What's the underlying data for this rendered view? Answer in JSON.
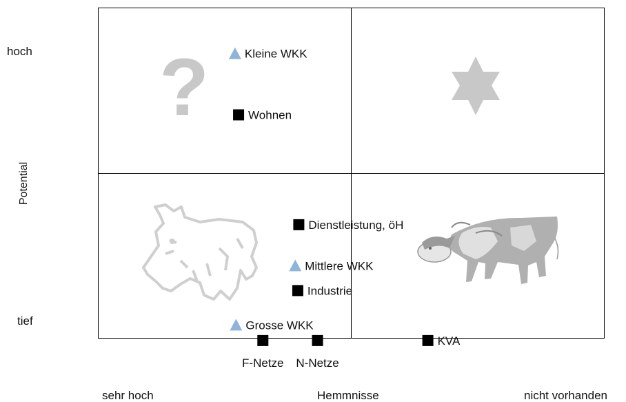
{
  "chart_data": {
    "type": "scatter",
    "xlabel": "Hemmnisse",
    "ylabel": "Potential",
    "x_tick_labels": [
      "sehr hoch",
      "nicht vorhanden"
    ],
    "y_tick_labels": [
      "hoch",
      "tief"
    ],
    "xlim": [
      0,
      10
    ],
    "ylim": [
      0,
      10
    ],
    "quadrant_split": {
      "x": 5,
      "y": 5
    },
    "quadrant_icons": [
      "question-mark",
      "star",
      "dog",
      "cow"
    ],
    "points": [
      {
        "label": "Kleine WKK",
        "marker": "triangle",
        "x": 2.71,
        "y": 8.61
      },
      {
        "label": "Wohnen",
        "marker": "square",
        "x": 2.78,
        "y": 6.76
      },
      {
        "label": "Dienstleistung, öH",
        "marker": "square",
        "x": 3.97,
        "y": 3.44
      },
      {
        "label": "Mittlere WKK",
        "marker": "triangle",
        "x": 3.9,
        "y": 2.2
      },
      {
        "label": "Industrie",
        "marker": "square",
        "x": 3.95,
        "y": 1.45
      },
      {
        "label": "Grosse WKK",
        "marker": "triangle",
        "x": 2.73,
        "y": 0.41
      },
      {
        "label": "F-Netze",
        "marker": "square",
        "x": 3.26,
        "y": -0.06
      },
      {
        "label": "N-Netze",
        "marker": "square",
        "x": 4.34,
        "y": -0.06
      },
      {
        "label": "KVA",
        "marker": "square",
        "x": 6.52,
        "y": -0.06
      }
    ]
  },
  "colors": {
    "square": "#000000",
    "triangle": "#8fb4dc",
    "icon": "#c8c8c8",
    "axis": "#000000"
  }
}
